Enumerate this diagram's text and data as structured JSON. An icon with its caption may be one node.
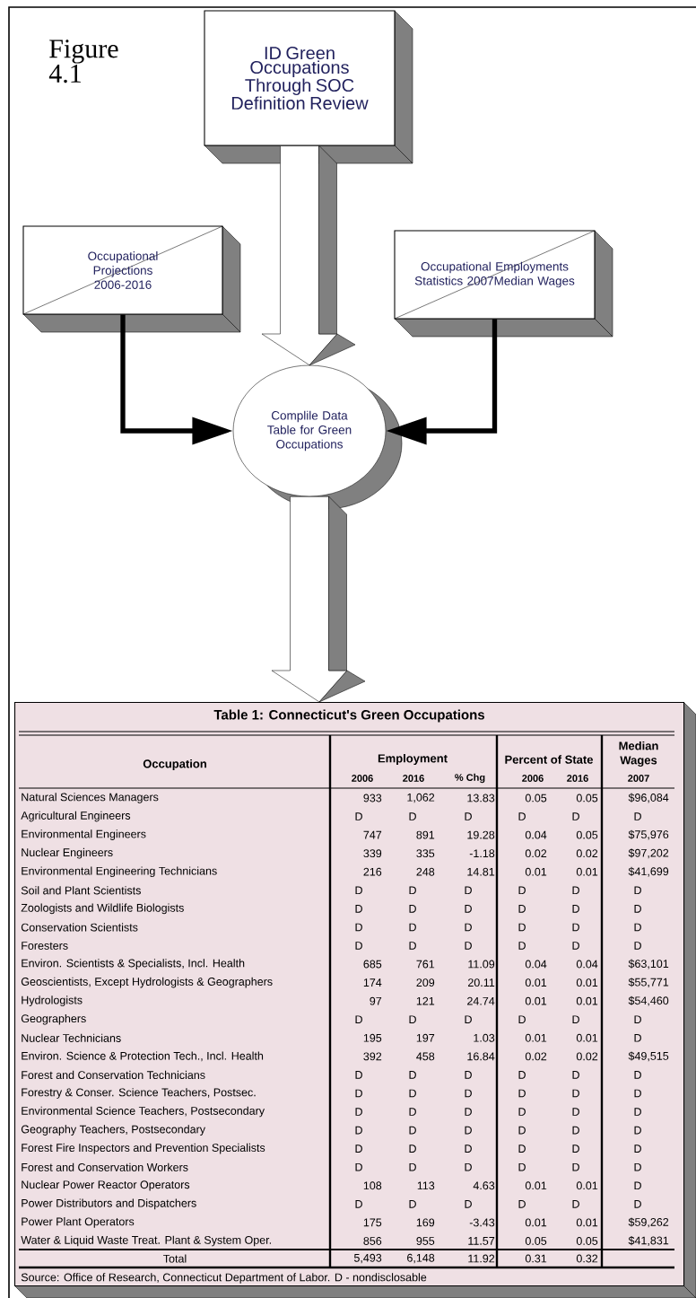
{
  "diagram": {
    "title": "Figure 4.1",
    "nodes": [
      {
        "text": [
          "ID Green Occupations Through SOC Definition Review"
        ]
      },
      {
        "text": [
          "Occupational Projections 2006-2016"
        ]
      },
      {
        "text": [
          "Occupational Employments Statistics 2007Median Wages"
        ]
      },
      {
        "text": [
          "Complile Data Table for Green Occupations"
        ]
      },
      {
        "text": [
          "Table 1: Connecticut's Green Occupations"
        ]
      }
    ],
    "edges": [
      {
        "from": 0,
        "to": 3,
        "arrow": "to"
      },
      {
        "from": 1,
        "to": 3,
        "arrow": "to"
      },
      {
        "from": 2,
        "to": 3,
        "arrow": "to"
      },
      {
        "from": 3,
        "to": 4,
        "arrow": "to"
      }
    ],
    "labels": [
      "Occupation",
      "Employment",
      "Percent of State",
      "Median Wages",
      "2006",
      "2016",
      "% Chg",
      "2006",
      "2016",
      "2007",
      "Natural Sciences Managers",
      "933",
      "1,062",
      "13.83",
      "0.05",
      "0.05",
      "$96,084",
      "Agricultural Engineers",
      "D",
      "D",
      "D",
      "D",
      "D",
      "D",
      "Environmental Engineers",
      "747",
      "891",
      "19.28",
      "0.04",
      "0.05",
      "$75,976",
      "Nuclear Engineers",
      "339",
      "335",
      "-1.18",
      "0.02",
      "0.02",
      "$97,202",
      "Environmental Engineering Technicians",
      "216",
      "248",
      "14.81",
      "0.01",
      "0.01",
      "$41,699",
      "Soil and Plant Scientists",
      "D",
      "D",
      "D",
      "D",
      "D",
      "D",
      "Zoologists and Wildlife Biologists",
      "D",
      "D",
      "D",
      "D",
      "D",
      "D",
      "Conservation Scientists",
      "D",
      "D",
      "D",
      "D",
      "D",
      "D",
      "Foresters",
      "D",
      "D",
      "D",
      "D",
      "D",
      "D",
      "Environ. Scientists & Specialists, Incl. Health",
      "685",
      "761",
      "11.09",
      "0.04",
      "0.04",
      "$63,101",
      "Geoscientists, Except Hydrologists & Geographers",
      "174",
      "209",
      "20.11",
      "0.01",
      "0.01",
      "$55,771",
      "Hydrologists",
      "97",
      "121",
      "24.74",
      "0.01",
      "0.01",
      "$54,460",
      "Geographers",
      "D",
      "D",
      "D",
      "D",
      "D",
      "D",
      "Nuclear Technicians",
      "195",
      "197",
      "1.03",
      "0.01",
      "0.01",
      "D",
      "Environ. Science & Protection Tech., Incl. Health",
      "392",
      "458",
      "16.84",
      "0.02",
      "0.02",
      "$49,515",
      "Forest and Conservation Technicians",
      "D",
      "D",
      "D",
      "D",
      "D",
      "D",
      "Forestry & Conser. Science Teachers, Postsec.",
      "D",
      "D",
      "D",
      "D",
      "D",
      "D",
      "Environmental Science Teachers, Postsecondary",
      "D",
      "D",
      "D",
      "D",
      "D",
      "D",
      "Geography Teachers, Postsecondary",
      "D",
      "D",
      "D",
      "D",
      "D",
      "D",
      "Forest Fire Inspectors and Prevention Specialists",
      "D",
      "D",
      "D",
      "D",
      "D",
      "D",
      "Forest and Conservation Workers",
      "D",
      "D",
      "D",
      "D",
      "D",
      "D",
      "Nuclear Power Reactor Operators",
      "108",
      "113",
      "4.63",
      "0.01",
      "0.01",
      "D",
      "Power Distributors and Dispatchers",
      "D",
      "D",
      "D",
      "D",
      "D",
      "D",
      "Power Plant Operators",
      "175",
      "169",
      "-3.43",
      "0.01",
      "0.01",
      "$59,262",
      "Water & Liquid Waste Treat. Plant & System Oper.",
      "856",
      "955",
      "11.57",
      "0.05",
      "0.05",
      "$41,831",
      "Total",
      "5,493",
      "6,148",
      "11.92",
      "0.31",
      "0.32",
      "Source: Office of Research, Connecticut Department of Labor. D - nondisclosable"
    ]
  }
}
